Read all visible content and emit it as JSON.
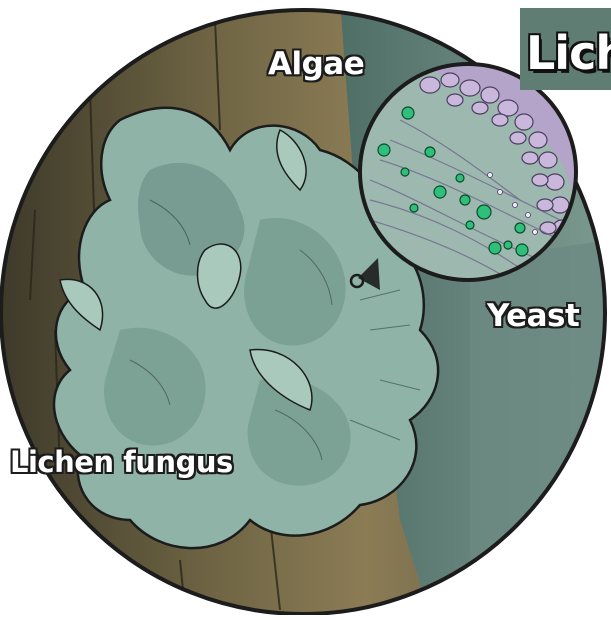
{
  "title": "Lich",
  "labels": {
    "algae": "Algae",
    "yeast": "Yeast",
    "lichen_fungus": "Lichen fungus"
  },
  "colors": {
    "lichen_fill": "#8fb3a6",
    "lichen_dark": "#5f8378",
    "bark_light": "#8a7a55",
    "bark_dark": "#4a3f2a",
    "algae_cell": "#2fbf7a",
    "cortex_purple": "#b7a2cc",
    "frame_teal": "#6b8a80",
    "outline": "#1c1c1c"
  }
}
